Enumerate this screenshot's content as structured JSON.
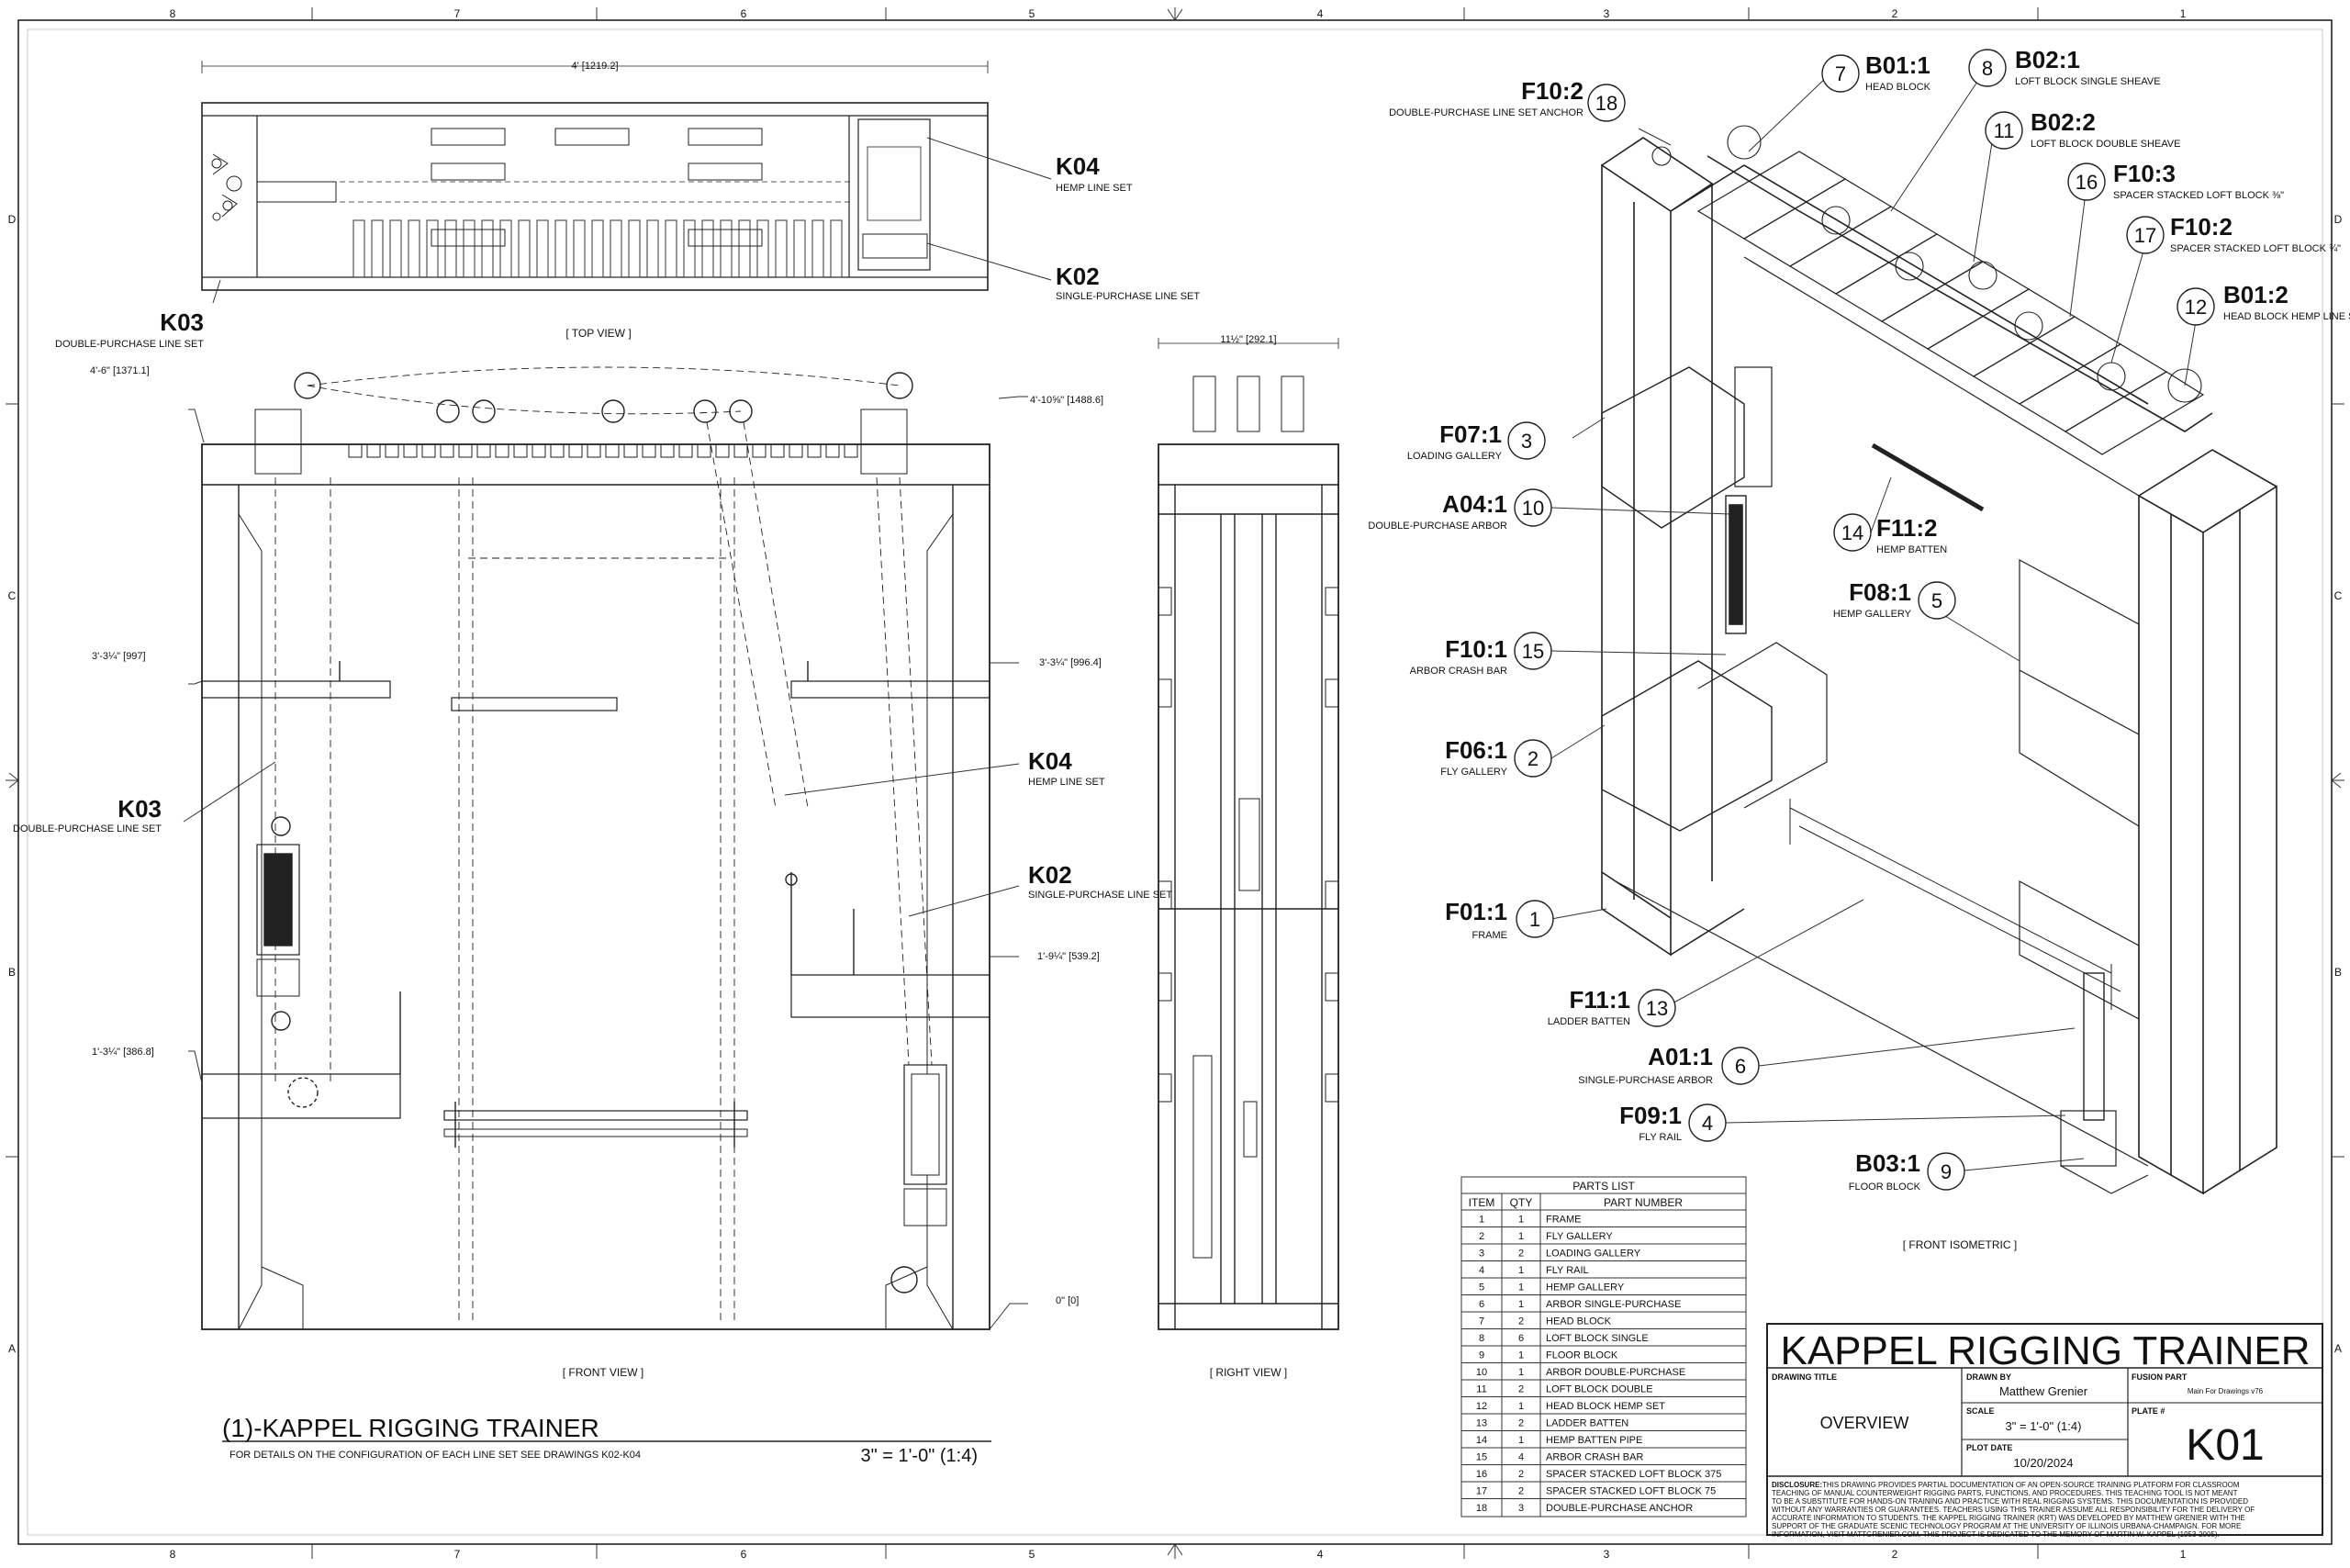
{
  "zones": {
    "columns": [
      "8",
      "7",
      "6",
      "5",
      "4",
      "3",
      "2",
      "1"
    ],
    "rows": [
      "D",
      "C",
      "B",
      "A"
    ]
  },
  "views": {
    "top": "[ TOP VIEW ]",
    "front": "[ FRONT VIEW ]",
    "right": "[ RIGHT VIEW ]",
    "front_iso": "[ FRONT ISOMETRIC ]"
  },
  "dimensions": {
    "top_width": "4' [1219.2]",
    "height_1": "4'-6\" [1371.1]",
    "height_2": "4'-10⅝\" [1488.6]",
    "gallery_left": "3'-3¼\" [997]",
    "gallery_right": "3'-3¼\" [996.4]",
    "rail_height": "1'-3¼\" [386.8]",
    "fly_rail": "1'-9¼\" [539.2]",
    "zero": "0\" [0]",
    "depth": "11½\" [292.1]"
  },
  "callouts_2d": [
    {
      "code": "K04",
      "desc": "HEMP LINE SET"
    },
    {
      "code": "K02",
      "desc": "SINGLE-PURCHASE LINE SET"
    },
    {
      "code": "K03",
      "desc": "DOUBLE-PURCHASE LINE SET"
    },
    {
      "code": "K03",
      "desc": "DOUBLE-PURCHASE LINE SET"
    },
    {
      "code": "K04",
      "desc": "HEMP LINE SET"
    },
    {
      "code": "K02",
      "desc": "SINGLE-PURCHASE LINE SET"
    }
  ],
  "iso_callouts": [
    {
      "code": "F10:2",
      "desc": "DOUBLE-PURCHASE LINE SET ANCHOR",
      "n": "18"
    },
    {
      "code": "B01:1",
      "desc": "HEAD BLOCK",
      "n": "7"
    },
    {
      "code": "B02:1",
      "desc": "LOFT BLOCK SINGLE SHEAVE",
      "n": "8"
    },
    {
      "code": "B02:2",
      "desc": "LOFT BLOCK DOUBLE SHEAVE",
      "n": "11"
    },
    {
      "code": "F10:3",
      "desc": "SPACER STACKED LOFT BLOCK ⅜\"",
      "n": "16"
    },
    {
      "code": "F10:2",
      "desc": "SPACER STACKED LOFT BLOCK ¾\"",
      "n": "17"
    },
    {
      "code": "B01:2",
      "desc": "HEAD BLOCK HEMP LINE SET",
      "n": "12"
    },
    {
      "code": "F07:1",
      "desc": "LOADING GALLERY",
      "n": "3"
    },
    {
      "code": "A04:1",
      "desc": "DOUBLE-PURCHASE ARBOR",
      "n": "10"
    },
    {
      "code": "F11:2",
      "desc": "HEMP BATTEN",
      "n": "14"
    },
    {
      "code": "F08:1",
      "desc": "HEMP GALLERY",
      "n": "5"
    },
    {
      "code": "F10:1",
      "desc": "ARBOR CRASH BAR",
      "n": "15"
    },
    {
      "code": "F06:1",
      "desc": "FLY GALLERY",
      "n": "2"
    },
    {
      "code": "F01:1",
      "desc": "FRAME",
      "n": "1"
    },
    {
      "code": "F11:1",
      "desc": "LADDER BATTEN",
      "n": "13"
    },
    {
      "code": "A01:1",
      "desc": "SINGLE-PURCHASE ARBOR",
      "n": "6"
    },
    {
      "code": "F09:1",
      "desc": "FLY RAIL",
      "n": "4"
    },
    {
      "code": "B03:1",
      "desc": "FLOOR BLOCK",
      "n": "9"
    }
  ],
  "drawing_title": {
    "title": "(1)-KAPPEL RIGGING TRAINER",
    "note": "FOR DETAILS ON THE CONFIGURATION OF EACH LINE SET SEE DRAWINGS K02-K04",
    "scale": "3\" = 1'-0\" (1:4)"
  },
  "parts_list": {
    "title": "PARTS LIST",
    "headers": [
      "ITEM",
      "QTY",
      "PART NUMBER"
    ],
    "rows": [
      [
        "1",
        "1",
        "FRAME"
      ],
      [
        "2",
        "1",
        "FLY GALLERY"
      ],
      [
        "3",
        "2",
        "LOADING GALLERY"
      ],
      [
        "4",
        "1",
        "FLY RAIL"
      ],
      [
        "5",
        "1",
        "HEMP GALLERY"
      ],
      [
        "6",
        "1",
        "ARBOR SINGLE-PURCHASE"
      ],
      [
        "7",
        "2",
        "HEAD BLOCK"
      ],
      [
        "8",
        "6",
        "LOFT BLOCK SINGLE"
      ],
      [
        "9",
        "1",
        "FLOOR BLOCK"
      ],
      [
        "10",
        "1",
        "ARBOR DOUBLE-PURCHASE"
      ],
      [
        "11",
        "2",
        "LOFT BLOCK DOUBLE"
      ],
      [
        "12",
        "1",
        "HEAD BLOCK HEMP SET"
      ],
      [
        "13",
        "2",
        "LADDER BATTEN"
      ],
      [
        "14",
        "1",
        "HEMP BATTEN PIPE"
      ],
      [
        "15",
        "4",
        "ARBOR CRASH BAR"
      ],
      [
        "16",
        "2",
        "SPACER STACKED LOFT BLOCK 375"
      ],
      [
        "17",
        "2",
        "SPACER STACKED LOFT BLOCK 75"
      ],
      [
        "18",
        "3",
        "DOUBLE-PURCHASE ANCHOR"
      ]
    ]
  },
  "title_block": {
    "project": "KAPPEL RIGGING TRAINER",
    "drawing_title_label": "DRAWING TITLE",
    "drawing_title": "OVERVIEW",
    "drawn_by_label": "DRAWN BY",
    "drawn_by": "Matthew Grenier",
    "scale_label": "SCALE",
    "scale": "3\" = 1'-0\" (1:4)",
    "plot_date_label": "PLOT DATE",
    "plot_date": "10/20/2024",
    "fusion_label": "FUSION PART",
    "fusion": "Main For Drawings v76",
    "plate_label": "PLATE #",
    "plate": "K01",
    "disclosure_label": "DISCLOSURE:",
    "disclosure": [
      "THIS DRAWING PROVIDES PARTIAL DOCUMENTATION OF AN OPEN-SOURCE TRAINING PLATFORM FOR CLASSROOM",
      "TEACHING OF MANUAL COUNTERWEIGHT RIGGING PARTS, FUNCTIONS, AND PROCEDURES. THIS TEACHING TOOL IS NOT MEANT",
      "TO BE A SUBSTITUTE FOR HANDS-ON TRAINING AND PRACTICE WITH REAL RIGGING SYSTEMS. THIS DOCUMENTATION IS PROVIDED",
      "WITHOUT ANY WARRANTIES OR GUARANTEES. TEACHERS USING THIS TRAINER ASSUME ALL RESPONSIBILITY FOR THE DELIVERY OF",
      "ACCURATE INFORMATION TO STUDENTS. THE KAPPEL RIGGING TRAINER (KRT) WAS DEVELOPED BY MATTHEW GRENIER WITH THE",
      "SUPPORT OF THE GRADUATE SCENIC TECHNOLOGY PROGRAM AT THE UNIVERSITY OF ILLINOIS URBANA-CHAMPAIGN. FOR MORE",
      "INFORMATION, VISIT MATTGRENIER.COM. THIS PROJECT IS DEDICATED TO THE MEMORY OF MARTIN W. KAPPEL (1953-2005)."
    ]
  }
}
